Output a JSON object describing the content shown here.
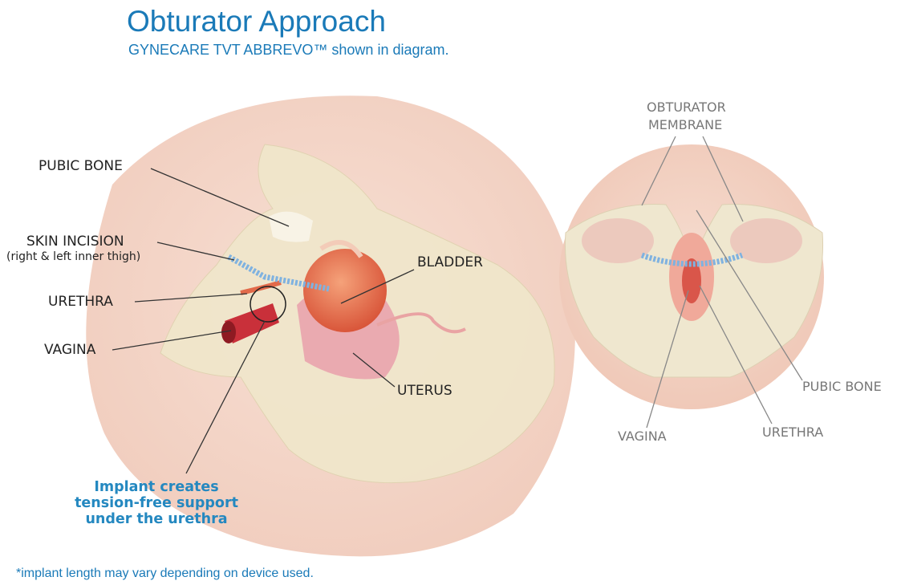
{
  "header": {
    "title": "Obturator Approach",
    "subtitle": "GYNECARE TVT ABBREVO™ shown in diagram."
  },
  "side_view": {
    "labels": {
      "pubic_bone": "PUBIC BONE",
      "skin_incision": "SKIN INCISION",
      "skin_incision_note": "(right & left inner thigh)",
      "urethra": "URETHRA",
      "vagina": "VAGINA",
      "bladder": "BLADDER",
      "uterus": "UTERUS"
    },
    "callout": "Implant creates tension-free support under the urethra"
  },
  "front_view": {
    "labels": {
      "obturator_1": "OBTURATOR",
      "obturator_2": "MEMBRANE",
      "pubic_bone": "PUBIC BONE",
      "vagina": "VAGINA",
      "urethra": "URETHRA"
    }
  },
  "footnote": "*implant length may vary depending on device used.",
  "colors": {
    "accent": "#1a7ab8",
    "skin": "#f3d3c6",
    "bone": "#efe7cf",
    "organ": "#e8734f"
  }
}
